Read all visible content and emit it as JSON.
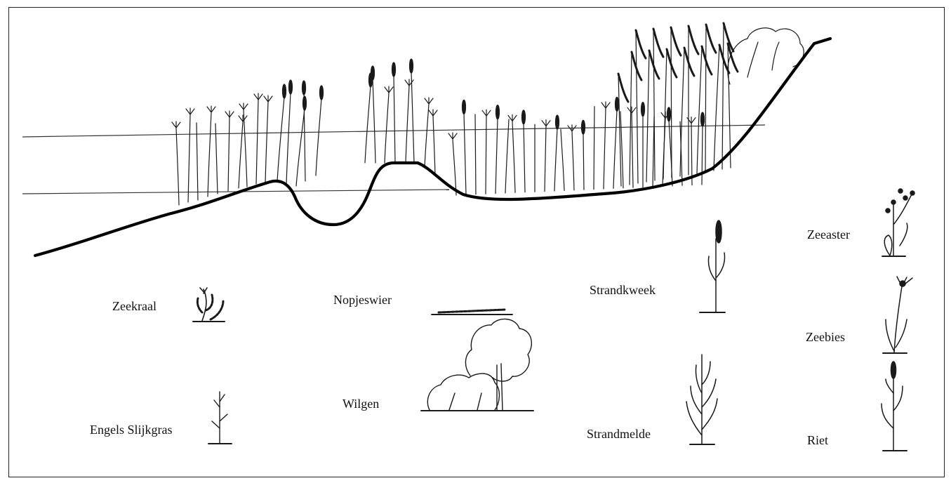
{
  "labels": {
    "zeekraal": "Zeekraal",
    "nopjeswier": "Nopjeswier",
    "strandkweek": "Strandkweek",
    "zeeaster": "Zeeaster",
    "engels_slijkgras": "Engels Slijkgras",
    "wilgen": "Wilgen",
    "strandmelde": "Strandmelde",
    "zeebies": "Zeebies",
    "riet": "Riet"
  },
  "colors": {
    "ink": "#1a1a1a",
    "paper": "#ffffff"
  }
}
